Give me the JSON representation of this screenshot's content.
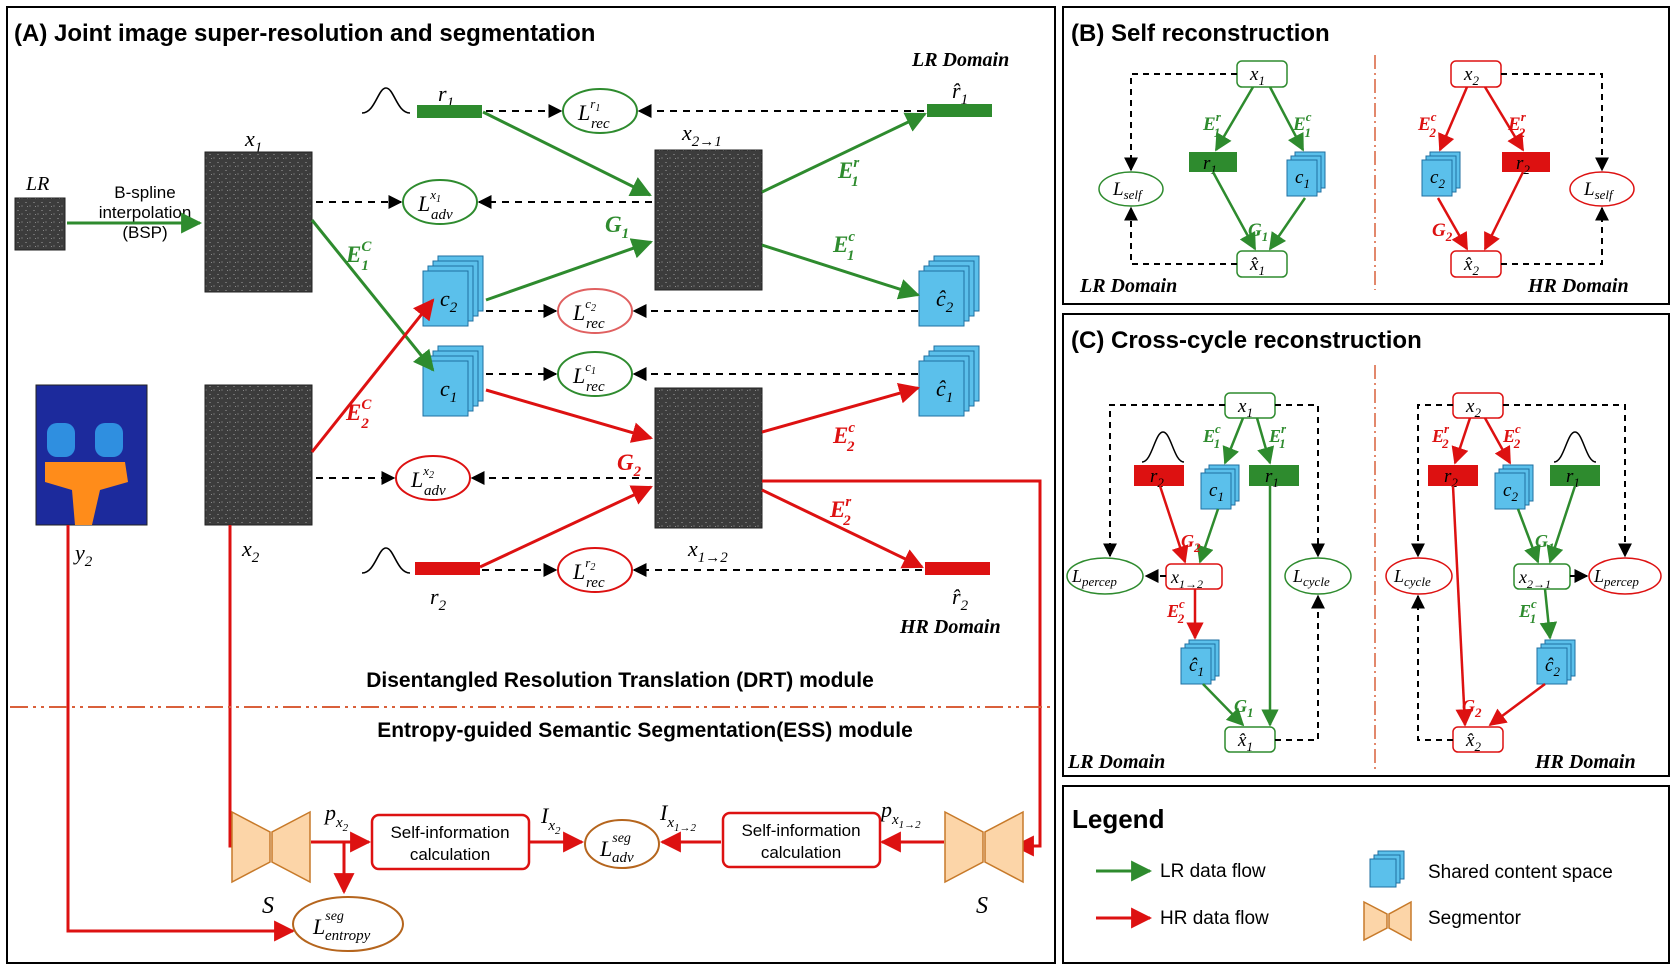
{
  "panels": {
    "A": {
      "title": "(A) Joint image super-resolution and segmentation"
    },
    "B": {
      "title": "(B) Self reconstruction",
      "left_domain": "LR Domain",
      "right_domain": "HR Domain"
    },
    "C": {
      "title": "(C) Cross-cycle reconstruction",
      "left_domain": "LR Domain",
      "right_domain": "HR Domain"
    }
  },
  "panel_a": {
    "lr_domain": "LR Domain",
    "hr_domain": "HR Domain",
    "lr_input": "LR",
    "bsp_lines": [
      "B-spline",
      "interpolation",
      "(BSP)"
    ],
    "x1": "x",
    "x1_sub": "1",
    "x2": "x",
    "x2_sub": "2",
    "y2": "y",
    "y2_sub": "2",
    "x21": "x",
    "x21_sub": "2→1",
    "x12": "x",
    "x12_sub": "1→2",
    "r1": "r",
    "r1_sub": "1",
    "r2": "r",
    "r2_sub": "2",
    "r1_hat": "r̂",
    "r1_hat_sub": "1",
    "r2_hat": "r̂",
    "r2_hat_sub": "2",
    "c1": "c",
    "c1_sub": "1",
    "c2": "c",
    "c2_sub": "2",
    "c1_hat": "ĉ",
    "c1_hat_sub": "1",
    "c2_hat": "ĉ",
    "c2_hat_sub": "2",
    "E": "E",
    "G": "G",
    "sub1": "1",
    "sub2": "2",
    "sup_c": "c",
    "sup_C": "C",
    "sup_r": "r",
    "L": "L",
    "rec": "rec",
    "adv": "adv",
    "entropy": "entropy",
    "seg": "seg",
    "sup_r1": "r",
    "sup_r1_sub": "1",
    "sup_r2": "r",
    "sup_r2_sub": "2",
    "sup_c1": "c",
    "sup_c1_sub": "1",
    "sup_c2": "c",
    "sup_c2_sub": "2",
    "sup_x1": "x",
    "sup_x1_sub": "1",
    "sup_x2": "x",
    "sup_x2_sub": "2",
    "drt_label": "Disentangled Resolution Translation (DRT) module",
    "ess_label": "Entropy-guided Semantic Segmentation(ESS) module",
    "self_info_line1": "Self-information",
    "self_info_line2": "calculation",
    "S": "S",
    "p": "p",
    "I": "I",
    "sub_x": "x",
    "sub_x_2": "2",
    "sub_x_12": "1→2"
  },
  "panel_b": {
    "x": "x",
    "x_hat": "x̂",
    "r": "r",
    "c": "c",
    "E": "E",
    "G": "G",
    "L": "L",
    "self": "self",
    "s1": "1",
    "s2": "2",
    "sup_r": "r",
    "sup_c": "c"
  },
  "panel_c": {
    "x": "x",
    "x_hat": "x̂",
    "r": "r",
    "c": "c",
    "c_hat": "ĉ",
    "E": "E",
    "G": "G",
    "L": "L",
    "percep": "percep",
    "cycle": "cycle",
    "s1": "1",
    "s2": "2",
    "sup_r": "r",
    "sup_c": "c",
    "s12": "1→2",
    "s21": "2→1"
  },
  "legend": {
    "title": "Legend",
    "lr_flow": "LR data flow",
    "hr_flow": "HR data flow",
    "shared": "Shared content space",
    "segmentor": "Segmentor"
  },
  "colors": {
    "green": "#2e8b2e",
    "red": "#dd1111",
    "brown": "#b5651d",
    "blue": "#5bc0eb",
    "segmentor_fill": "#fcd5a8",
    "divider": "#d9603b"
  }
}
